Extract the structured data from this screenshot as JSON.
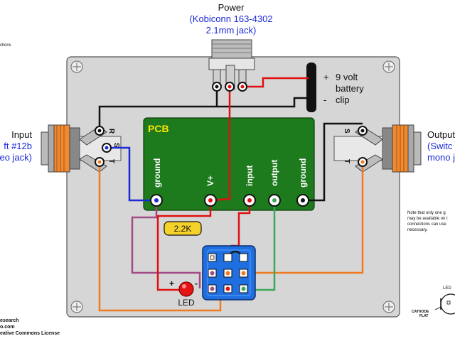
{
  "power": {
    "title": "Power",
    "part_line1": "(Kobiconn 163-4302",
    "part_line2": "2.1mm jack)"
  },
  "battery": {
    "plus": "+",
    "minus": "-",
    "line1": "9 volt",
    "line2": "battery",
    "line3": "clip"
  },
  "input": {
    "title": "Input",
    "part_line1": "ft #12b",
    "part_line2": "eo jack)",
    "lug_ring": "R",
    "lug_sleeve": "S",
    "lug_tip": "T"
  },
  "output": {
    "title": "Output",
    "part_line1": "(Switc",
    "part_line2": "mono j",
    "lug_sleeve": "S",
    "lug_tip": "T"
  },
  "pcb": {
    "label": "PCB",
    "pads": [
      "ground",
      "V+",
      "input",
      "output",
      "ground"
    ]
  },
  "resistor": {
    "value": "2.2K"
  },
  "led": {
    "label": "LED",
    "plus": "+",
    "minus": "-",
    "diagram_top": "LED",
    "cathode_line1": "CATHODE",
    "cathode_line2": "FLAT"
  },
  "corner_text": "ctions",
  "note": {
    "line1": "Note that only one g",
    "line2": "may be available on t",
    "line3": "connections can use",
    "line4": "necessary."
  },
  "credits": {
    "line1": "esearch",
    "line2": "o.com",
    "line3": "eative Commons License"
  },
  "colors": {
    "enclosure": "#d6d6d6",
    "pcb": "#1d7a1d",
    "wire_black": "#111111",
    "wire_red": "#e01010",
    "wire_blue": "#1a2bd6",
    "wire_orange": "#f07a20",
    "wire_purple": "#a24a86",
    "wire_green": "#3aa85a",
    "switch_blue": "#1f6fe0",
    "resistor": "#f5d22a"
  }
}
